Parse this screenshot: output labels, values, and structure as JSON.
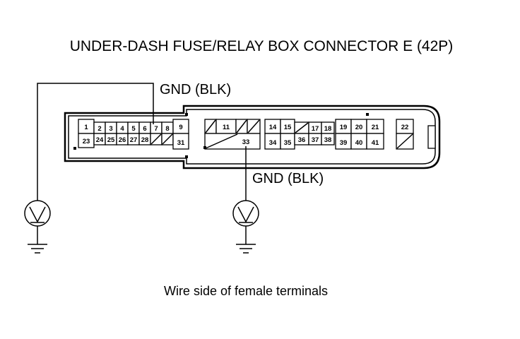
{
  "title": "UNDER-DASH FUSE/RELAY BOX CONNECTOR E (42P)",
  "gnd_label_top": "GND (BLK)",
  "gnd_label_bottom": "GND (BLK)",
  "caption": "Wire side of female terminals",
  "terminals": {
    "t1": "1",
    "t2": "2",
    "t3": "3",
    "t4": "4",
    "t5": "5",
    "t6": "6",
    "t7": "7",
    "t8": "8",
    "t9": "9",
    "t11": "11",
    "t14": "14",
    "t15": "15",
    "t17": "17",
    "t18": "18",
    "t19": "19",
    "t20": "20",
    "t21": "21",
    "t22": "22",
    "t23": "23",
    "t24": "24",
    "t25": "25",
    "t26": "26",
    "t27": "27",
    "t28": "28",
    "t31": "31",
    "t33": "33",
    "t34": "34",
    "t35": "35",
    "t36": "36",
    "t37": "37",
    "t38": "38",
    "t39": "39",
    "t40": "40",
    "t41": "41"
  },
  "voltmeter_symbol": "V"
}
